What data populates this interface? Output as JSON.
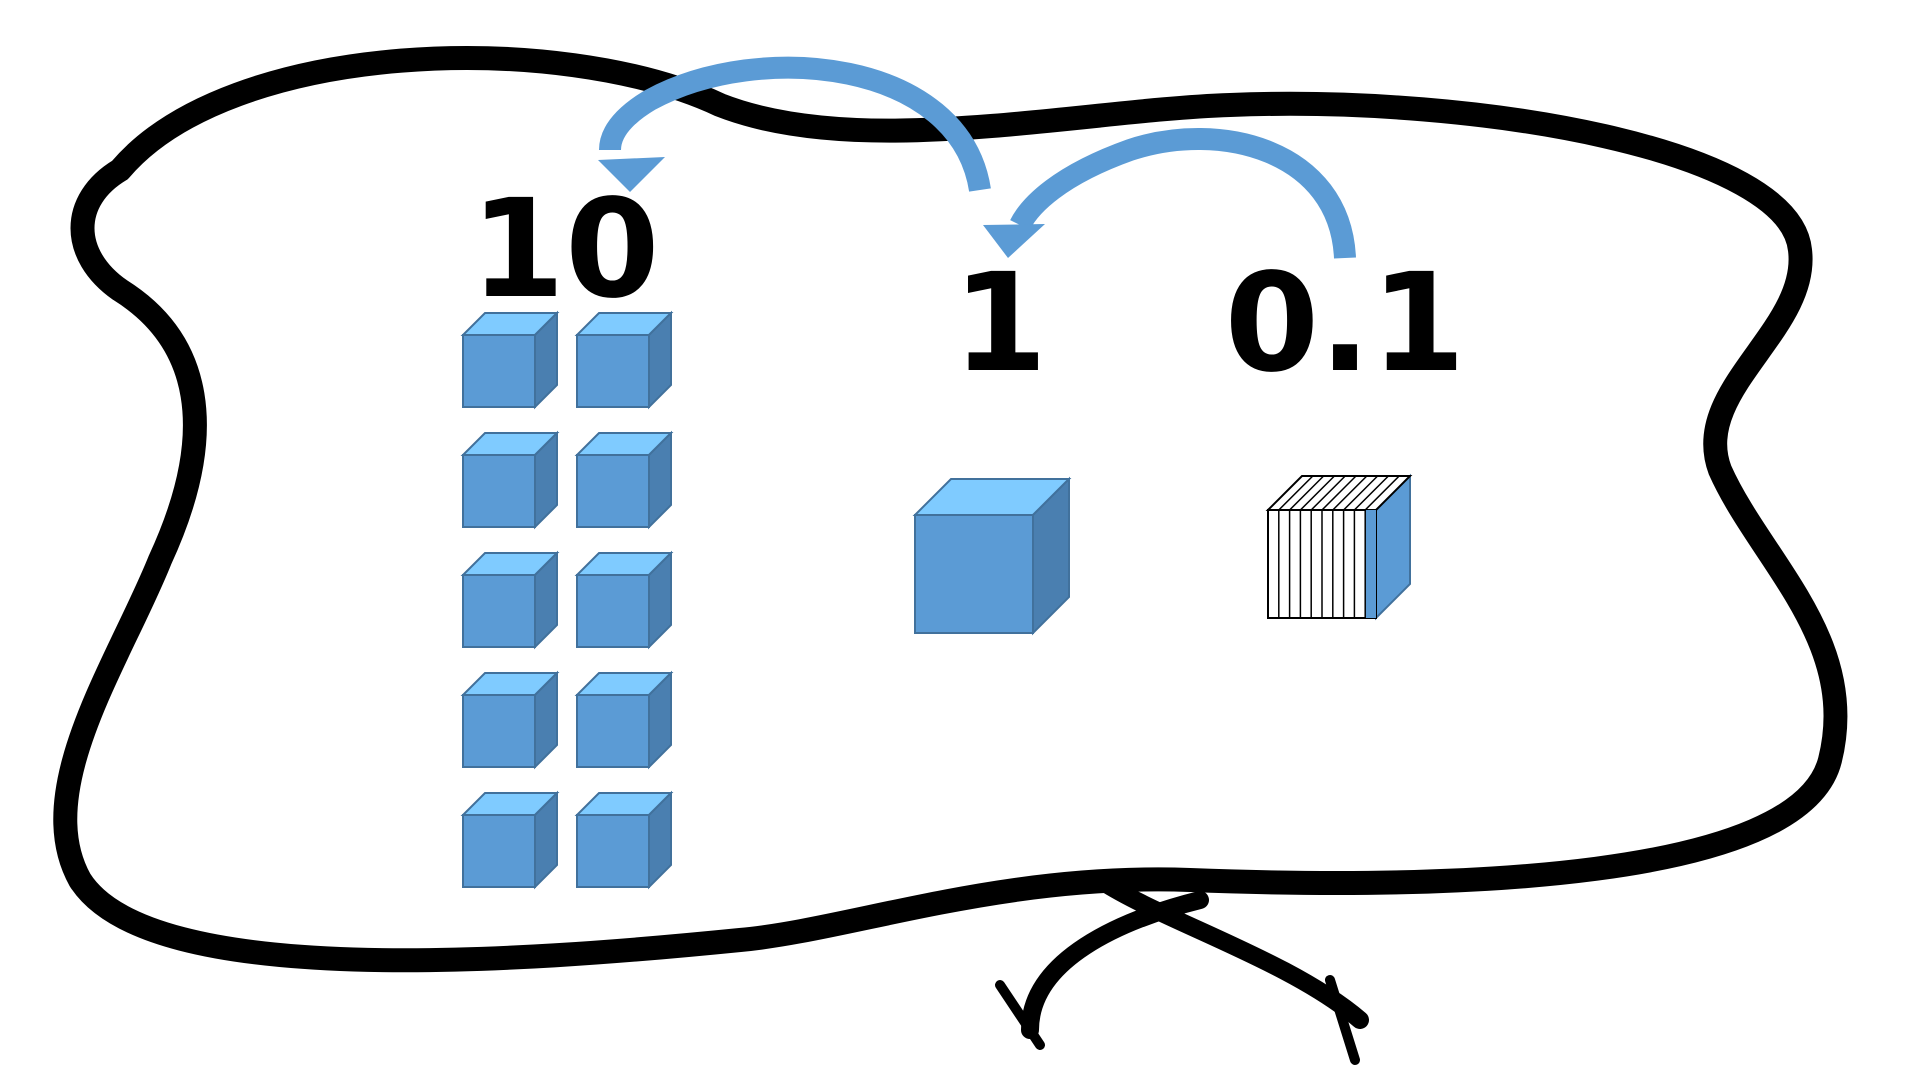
{
  "labels": {
    "tens": "10",
    "ones": "1",
    "tenths": "0.1"
  },
  "groups": {
    "tens": {
      "cube_count": 10
    },
    "ones": {
      "cube_count": 1
    },
    "tenths": {
      "slices": 10
    }
  },
  "arrows": [
    {
      "from": "ones",
      "to": "tens"
    },
    {
      "from": "tenths",
      "to": "ones"
    }
  ],
  "colors": {
    "cube_front": "#5b9bd5",
    "cube_top": "#7fcbff",
    "cube_side": "#4a7fb0",
    "arrow": "#5b9bd5",
    "frame": "#000000"
  }
}
